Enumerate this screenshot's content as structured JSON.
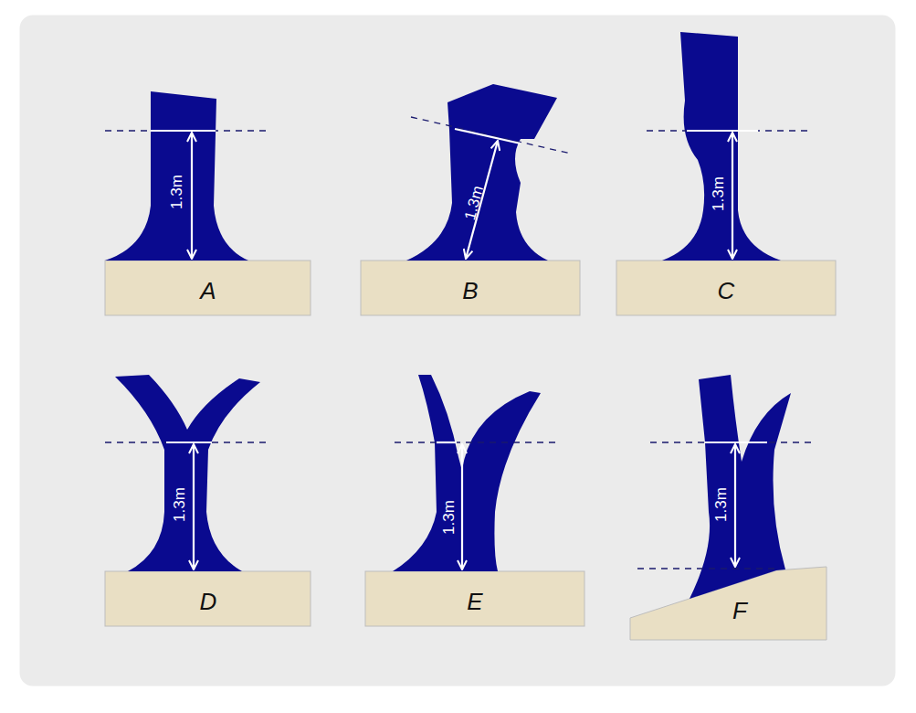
{
  "diagram": {
    "labels": [
      "1.3m",
      "A",
      "1.3m",
      "B",
      "1.3m",
      "C",
      "1.3m",
      "D",
      "1.3m",
      "E",
      "1.3m",
      "F"
    ]
  }
}
